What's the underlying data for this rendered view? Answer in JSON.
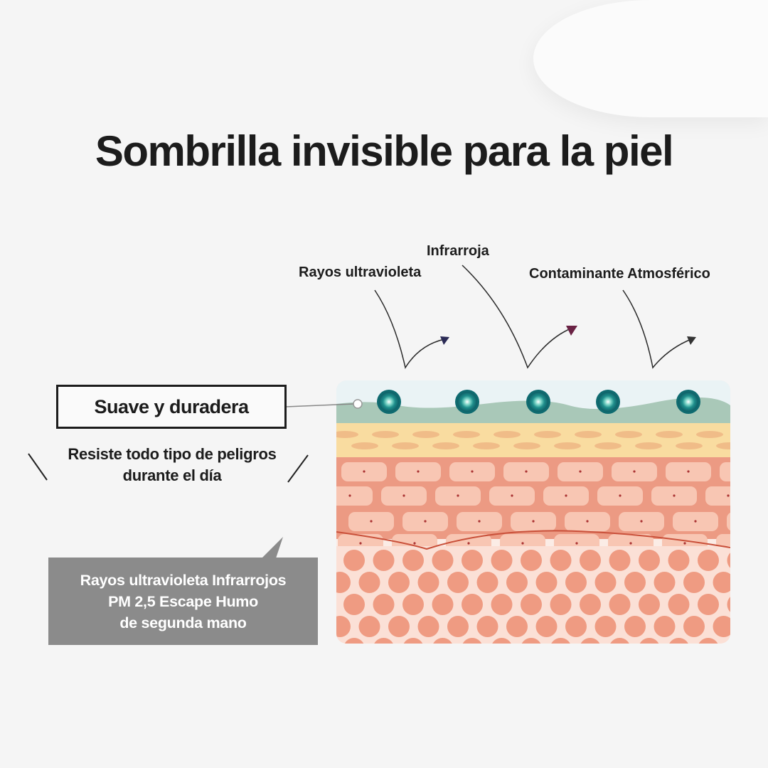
{
  "title": "Sombrilla invisible para la piel",
  "threats": {
    "uv": "Rayos ultravioleta",
    "infrared": "Infrarroja",
    "pollution": "Contaminante Atmosférico"
  },
  "feature_box": "Suave y duradera",
  "subtitle": [
    "Resiste todo tipo de peligros",
    "durante el día"
  ],
  "protection_box": [
    "Rayos ultravioleta Infrarrojos",
    "PM 2,5 Escape Humo",
    "de segunda mano"
  ],
  "colors": {
    "text": "#1c1c1c",
    "gray_box": "#8b8b8b",
    "protective_layer": "#a9c8b8",
    "dot": "#1e8a8a",
    "fat_layer": "#f9dca0",
    "epidermis": "#ee9a82",
    "dermis_cell": "#ef9b82"
  }
}
